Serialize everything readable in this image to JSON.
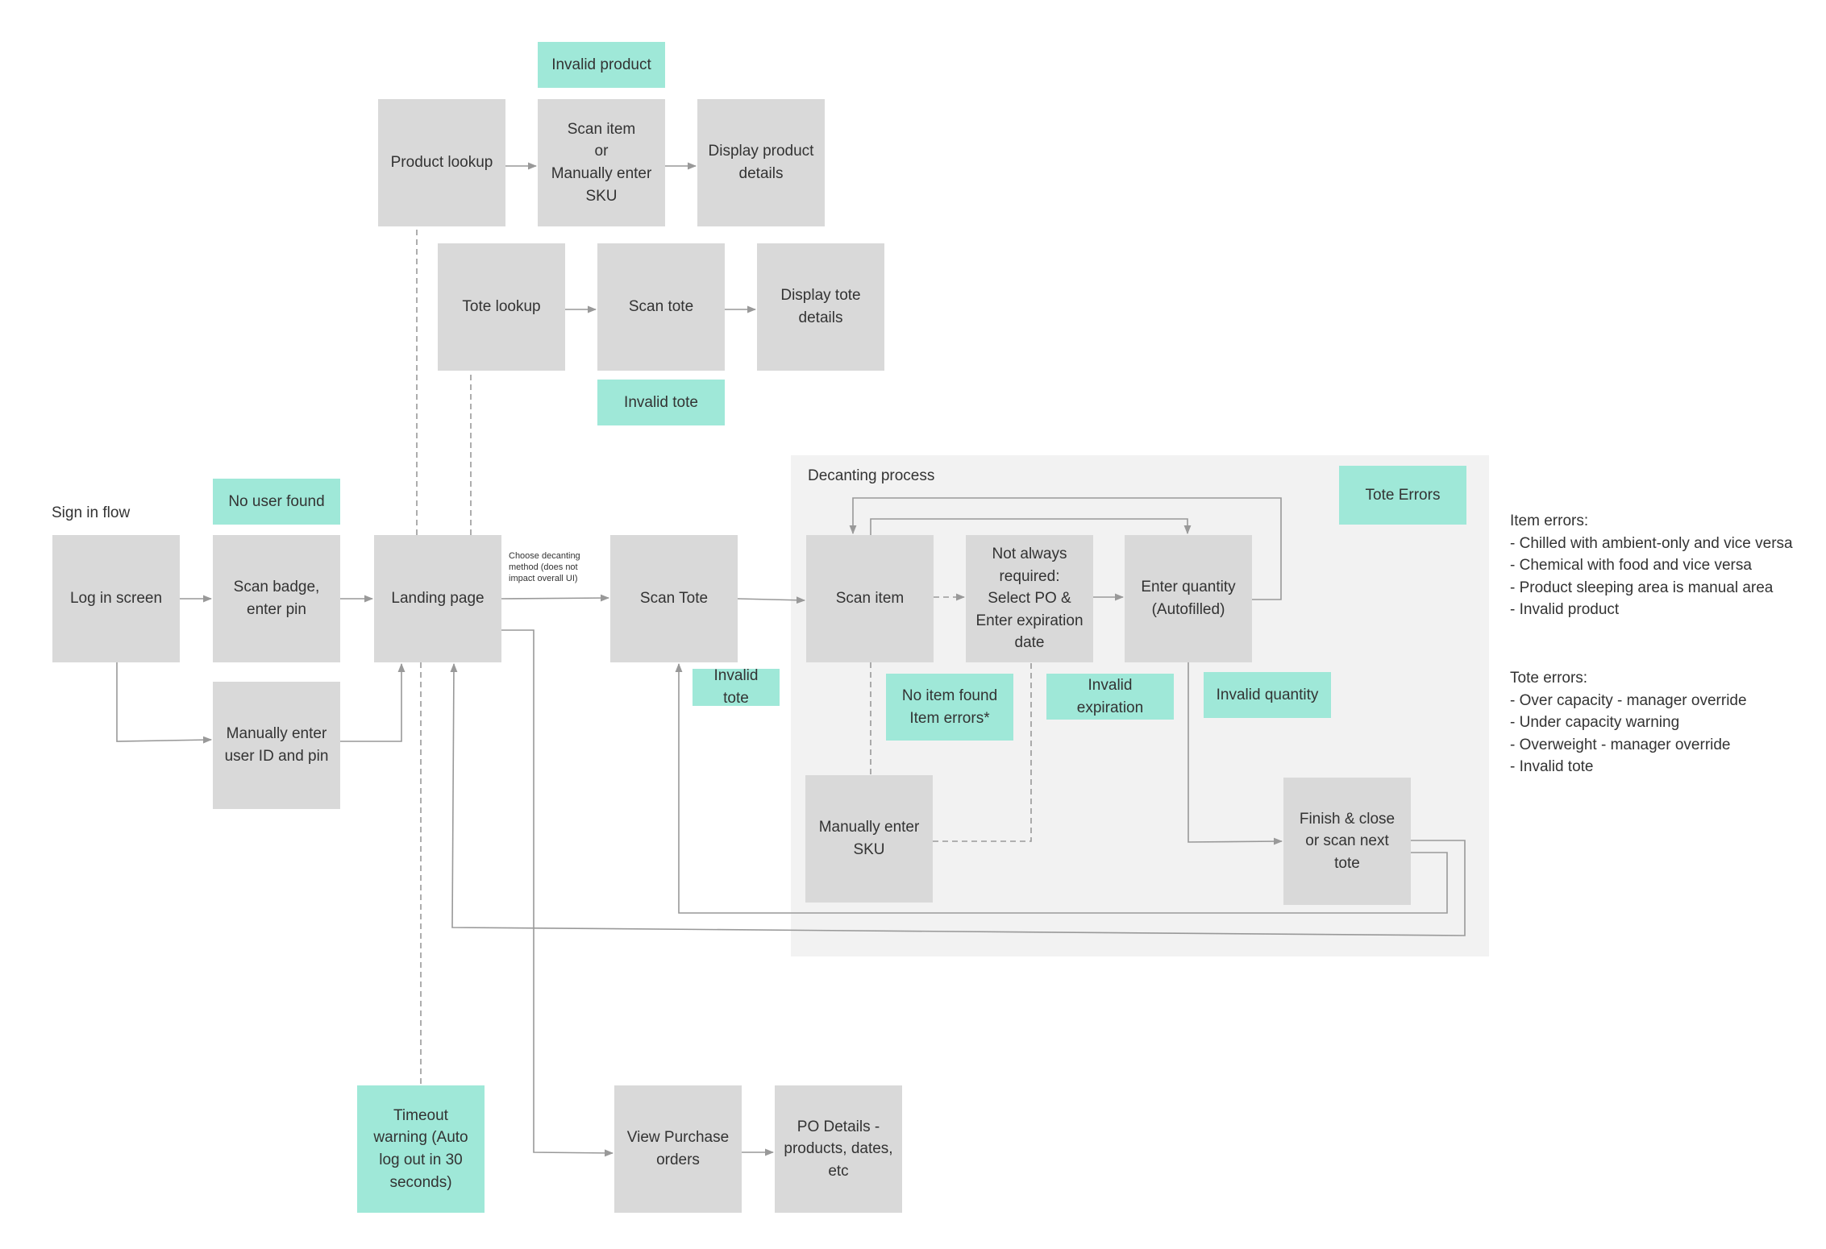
{
  "colors": {
    "node": "#d9d9d9",
    "error": "#9fe8d8",
    "region": "#f2f2f2",
    "line": "#999999"
  },
  "labels": {
    "sign_in_flow": "Sign in flow",
    "decanting_process": "Decanting process",
    "choose_method": "Choose decanting\nmethod (does not\nimpact overall UI)"
  },
  "nodes": {
    "log_in_screen": "Log in screen",
    "scan_badge": "Scan badge,\nenter pin",
    "manual_user": "Manually enter\nuser ID and pin",
    "landing_page": "Landing page",
    "product_lookup": "Product lookup",
    "scan_item_sku": "Scan item\nor\nManually enter\nSKU",
    "display_product": "Display product\ndetails",
    "tote_lookup": "Tote lookup",
    "scan_tote_lookup": "Scan tote",
    "display_tote": "Display tote\ndetails",
    "scan_tote_main": "Scan Tote",
    "scan_item": "Scan item",
    "select_po": "Not always\nrequired:\nSelect PO &\nEnter expiration\ndate",
    "enter_quantity": "Enter quantity\n(Autofilled)",
    "manual_sku": "Manually enter\nSKU",
    "finish_close": "Finish & close\nor scan next\ntote",
    "view_po": "View Purchase\norders",
    "po_details": "PO Details -\nproducts, dates,\netc"
  },
  "errors": {
    "invalid_product": "Invalid product",
    "invalid_tote_lookup": "Invalid tote",
    "no_user_found": "No user found",
    "invalid_tote_main": "Invalid tote",
    "no_item_found": "No item found\nItem errors*",
    "invalid_expiration": "Invalid expiration",
    "invalid_quantity": "Invalid quantity",
    "tote_errors": "Tote Errors",
    "timeout_warning": "Timeout\nwarning (Auto\nlog out in 30\nseconds)"
  },
  "notes": {
    "item_errors": "Item errors:\n- Chilled with ambient-only and vice versa\n- Chemical with food and vice versa\n- Product sleeping area is manual area\n- Invalid product",
    "tote_errors": "Tote errors:\n- Over capacity - manager override\n- Under capacity warning\n- Overweight - manager override\n- Invalid tote"
  }
}
